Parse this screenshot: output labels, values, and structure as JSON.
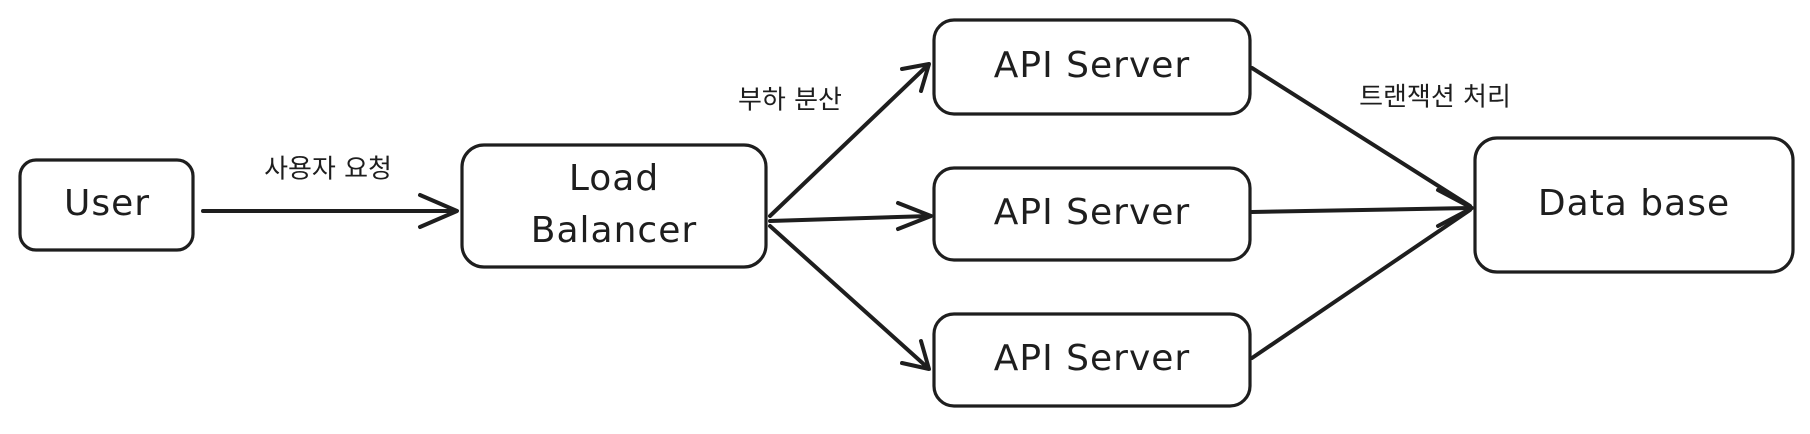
{
  "diagram": {
    "nodes": {
      "user": {
        "label": "User"
      },
      "load_balancer": {
        "label_line1": "Load",
        "label_line2": "Balancer"
      },
      "api_server_top": {
        "label": "API Server"
      },
      "api_server_middle": {
        "label": "API Server"
      },
      "api_server_bottom": {
        "label": "API Server"
      },
      "database": {
        "label": "Data base"
      }
    },
    "edges": {
      "user_request": {
        "label": "사용자 요청"
      },
      "load_distribution": {
        "label": "부하 분산"
      },
      "transaction_processing": {
        "label": "트랜잭션 처리"
      }
    }
  }
}
